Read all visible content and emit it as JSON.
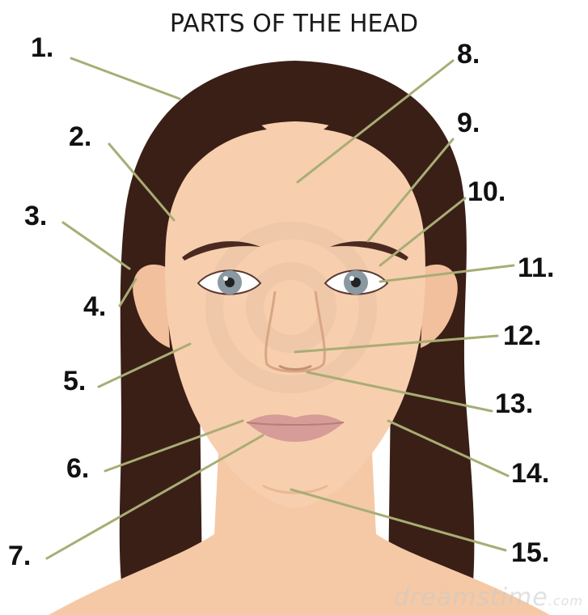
{
  "title": "PARTS OF THE HEAD",
  "labels": [
    "1.",
    "2.",
    "3.",
    "4.",
    "5.",
    "6.",
    "7.",
    "8.",
    "9.",
    "10.",
    "11.",
    "12.",
    "13.",
    "14.",
    "15."
  ],
  "watermark": {
    "brand": "dreamstime",
    "suffix": ".com"
  },
  "colors": {
    "skin": "#f7cfae",
    "skin_shadow": "#eab894",
    "hair": "#3a1f17",
    "brow": "#4a2a20",
    "lips": "#d69c97",
    "iris": "#8a98a2",
    "leader_line": "#a8ad74"
  }
}
